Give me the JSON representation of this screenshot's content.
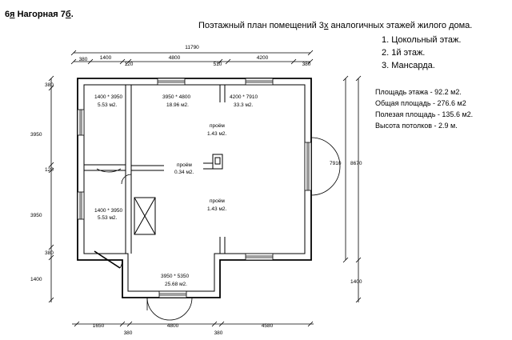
{
  "title": {
    "prefix": "6",
    "suffix_underlined": "я",
    "street": " Нагорная 7",
    "house_letter": "б",
    "dot": "."
  },
  "header": {
    "text_before": "Поэтажный план помещений 3",
    "underlined": "х",
    "text_after": " аналогичных этажей жилого дома."
  },
  "floors": [
    "1. Цокольный этаж.",
    "2. 1й этаж.",
    "3. Мансарда."
  ],
  "stats": [
    "Площадь этажа - 92.2 м2.",
    "Общая площадь - 276.6 м2",
    "Полезая площадь - 135.6 м2.",
    "Высота потолков - 2.9 м."
  ],
  "dims_top": {
    "total": "11790",
    "segments": [
      "380",
      "1400",
      "120",
      "4800",
      "510",
      "4200",
      "380"
    ]
  },
  "dims_left": [
    "380",
    "3950",
    "120",
    "3950",
    "380",
    "1400"
  ],
  "dims_right": [
    "7910",
    "8670",
    "1400"
  ],
  "dims_bottom": {
    "row1": [
      "1650",
      "4800",
      "4580"
    ],
    "row2": [
      "380",
      "380"
    ]
  },
  "rooms": [
    {
      "size": "1400 * 3950",
      "area": "5.53 м2."
    },
    {
      "size": "3950 * 4800",
      "area": "18.96 м2."
    },
    {
      "size": "4200 * 7910",
      "area": "33.3 м2."
    },
    {
      "size": "1400 * 3950",
      "area": "5.53 м2."
    },
    {
      "size": "3950 * 5350",
      "area": "25.68 м2."
    }
  ],
  "openings": [
    {
      "label": "проём",
      "area": "1.43 м2."
    },
    {
      "label": "проём",
      "area": "0.34 м2."
    },
    {
      "label": "проём",
      "area": "1.43 м2."
    }
  ]
}
